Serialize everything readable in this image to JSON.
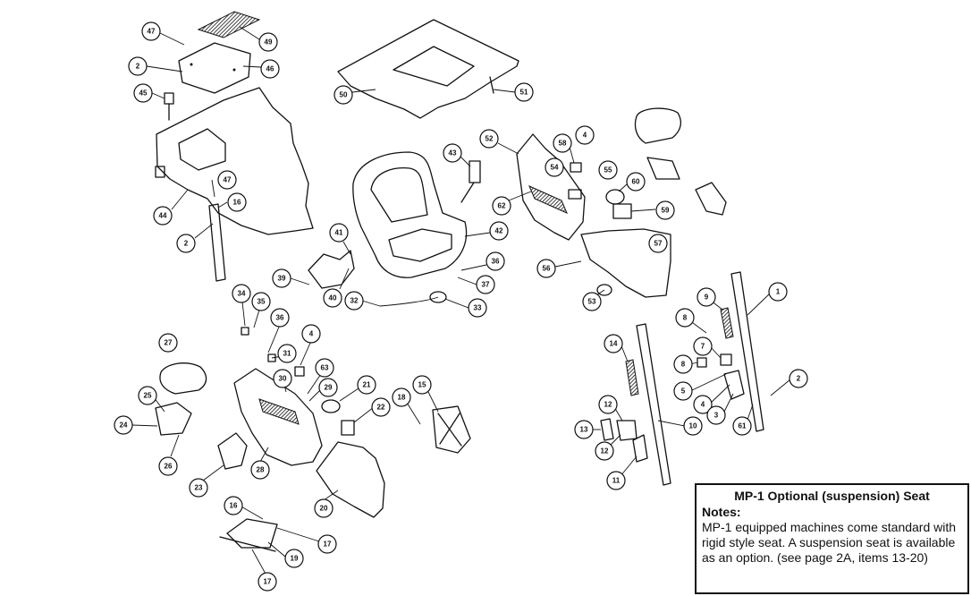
{
  "callouts": [
    {
      "id": "c47a",
      "label": "47"
    },
    {
      "id": "c49",
      "label": "49"
    },
    {
      "id": "c2a",
      "label": "2"
    },
    {
      "id": "c46",
      "label": "46"
    },
    {
      "id": "c45",
      "label": "45"
    },
    {
      "id": "c47b",
      "label": "47"
    },
    {
      "id": "c16a",
      "label": "16"
    },
    {
      "id": "c44",
      "label": "44"
    },
    {
      "id": "c2b",
      "label": "2"
    },
    {
      "id": "c50",
      "label": "50"
    },
    {
      "id": "c51",
      "label": "51"
    },
    {
      "id": "c52",
      "label": "52"
    },
    {
      "id": "c43",
      "label": "43"
    },
    {
      "id": "c58a",
      "label": "58"
    },
    {
      "id": "c4a",
      "label": "4"
    },
    {
      "id": "c54",
      "label": "54"
    },
    {
      "id": "c55",
      "label": "55"
    },
    {
      "id": "c60",
      "label": "60"
    },
    {
      "id": "c62",
      "label": "62"
    },
    {
      "id": "c59",
      "label": "59"
    },
    {
      "id": "c41",
      "label": "41"
    },
    {
      "id": "c42",
      "label": "42"
    },
    {
      "id": "c36a",
      "label": "36"
    },
    {
      "id": "c57",
      "label": "57"
    },
    {
      "id": "c56",
      "label": "56"
    },
    {
      "id": "c39",
      "label": "39"
    },
    {
      "id": "c37",
      "label": "37"
    },
    {
      "id": "c40",
      "label": "40"
    },
    {
      "id": "c32",
      "label": "32"
    },
    {
      "id": "c33",
      "label": "33"
    },
    {
      "id": "c53",
      "label": "53"
    },
    {
      "id": "c34",
      "label": "34"
    },
    {
      "id": "c35",
      "label": "35"
    },
    {
      "id": "c9",
      "label": "9"
    },
    {
      "id": "c1",
      "label": "1"
    },
    {
      "id": "c8a",
      "label": "8"
    },
    {
      "id": "c36b",
      "label": "36"
    },
    {
      "id": "c4b",
      "label": "4"
    },
    {
      "id": "c27",
      "label": "27"
    },
    {
      "id": "c31",
      "label": "31"
    },
    {
      "id": "c14",
      "label": "14"
    },
    {
      "id": "c7",
      "label": "7"
    },
    {
      "id": "c30",
      "label": "30"
    },
    {
      "id": "c63",
      "label": "63"
    },
    {
      "id": "c8b",
      "label": "8"
    },
    {
      "id": "c21",
      "label": "21"
    },
    {
      "id": "c29",
      "label": "29"
    },
    {
      "id": "c5",
      "label": "5"
    },
    {
      "id": "c2c",
      "label": "2"
    },
    {
      "id": "c25",
      "label": "25"
    },
    {
      "id": "c18",
      "label": "18"
    },
    {
      "id": "c15",
      "label": "15"
    },
    {
      "id": "c22",
      "label": "22"
    },
    {
      "id": "c4c",
      "label": "4"
    },
    {
      "id": "c12a",
      "label": "12"
    },
    {
      "id": "c3",
      "label": "3"
    },
    {
      "id": "c24",
      "label": "24"
    },
    {
      "id": "c13",
      "label": "13"
    },
    {
      "id": "c10",
      "label": "10"
    },
    {
      "id": "c61",
      "label": "61"
    },
    {
      "id": "c12b",
      "label": "12"
    },
    {
      "id": "c26",
      "label": "26"
    },
    {
      "id": "c28",
      "label": "28"
    },
    {
      "id": "c11",
      "label": "11"
    },
    {
      "id": "c23",
      "label": "23"
    },
    {
      "id": "c20",
      "label": "20"
    },
    {
      "id": "c16b",
      "label": "16"
    },
    {
      "id": "c17a",
      "label": "17"
    },
    {
      "id": "c19",
      "label": "19"
    },
    {
      "id": "c17b",
      "label": "17"
    }
  ],
  "notes": {
    "title": "MP-1 Optional (suspension) Seat",
    "heading": "Notes:",
    "text": "MP-1 equipped machines come standard with rigid style seat. A suspension seat is available as an option. (see page 2A, items 13-20)"
  }
}
